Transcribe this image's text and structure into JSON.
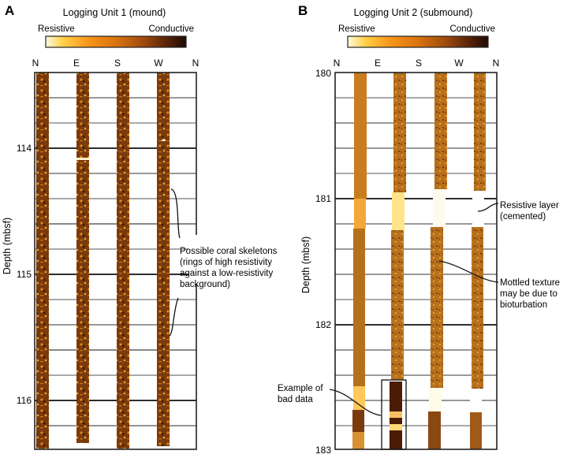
{
  "panels": [
    {
      "id": "A",
      "letter": "A",
      "title": "Logging Unit 1 (mound)",
      "scale_left": "Resistive",
      "scale_right": "Conductive",
      "azimuths": [
        "N",
        "E",
        "S",
        "W",
        "N"
      ],
      "ylabel": "Depth (mbsf)",
      "depth_ticks": [
        "114",
        "115",
        "116"
      ],
      "annotations": [
        {
          "id": "coral",
          "lines": [
            "Possible coral skeletons",
            "(rings of high resistivity",
            "against a low-resistivity",
            "background)"
          ]
        }
      ]
    },
    {
      "id": "B",
      "letter": "B",
      "title": "Logging Unit 2 (submound)",
      "scale_left": "Resistive",
      "scale_right": "Conductive",
      "azimuths": [
        "N",
        "E",
        "S",
        "W",
        "N"
      ],
      "ylabel": "Depth (mbsf)",
      "depth_ticks": [
        "180",
        "181",
        "182",
        "183"
      ],
      "annotations": [
        {
          "id": "resistive",
          "lines": [
            "Resistive layer",
            "(cemented)"
          ]
        },
        {
          "id": "mottled",
          "lines": [
            "Mottled texture",
            "may be due to",
            "bioturbation"
          ]
        },
        {
          "id": "baddata",
          "lines": [
            "Example of",
            "bad data"
          ]
        }
      ]
    }
  ],
  "colors": {
    "scale_stops": [
      "#fffbe0",
      "#ffd24a",
      "#f8961a",
      "#d9730f",
      "#9e4a0c",
      "#5e260a",
      "#1e0a04"
    ],
    "unit1_strip": "#7a3a0c",
    "unit1_bright": "#e0901c",
    "unit2_strip": "#c47a1c",
    "unit2_light": "#f6b23e",
    "frame": "#222222",
    "grid_major": "#111111",
    "grid_minor": "#777777"
  }
}
